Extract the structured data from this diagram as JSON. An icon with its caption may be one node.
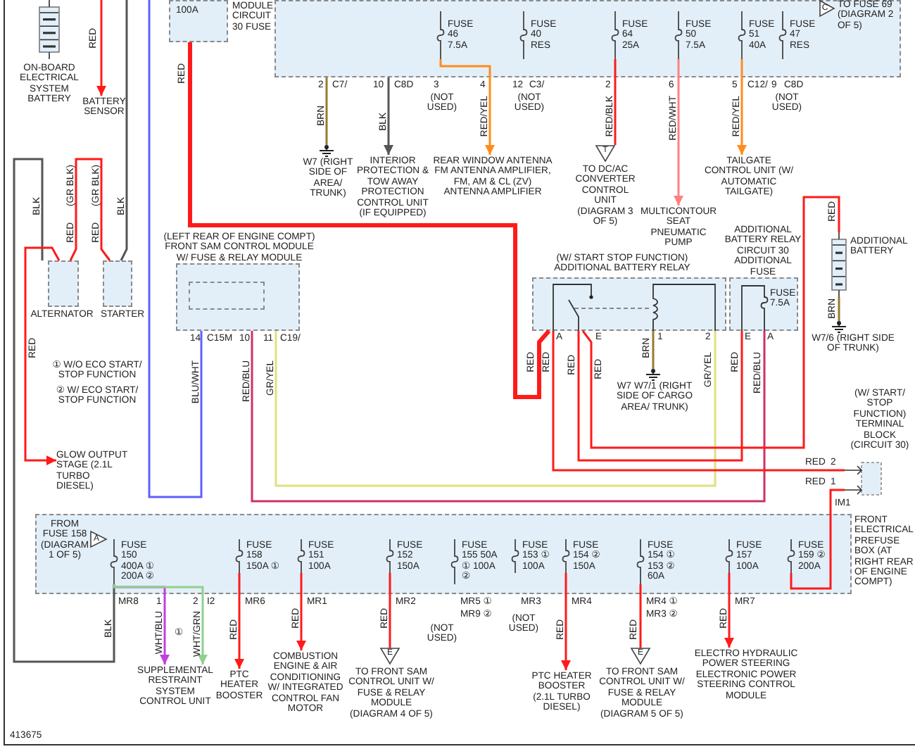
{
  "diagram": {
    "nodes": [
      {
        "text": [
          "ON-BOARD ELECTRICAL SYSTEM BATTERY"
        ]
      },
      {
        "text": [
          "BATTERY SENSOR"
        ]
      },
      {
        "text": [
          "ALTERNATOR"
        ]
      },
      {
        "text": [
          "STARTER"
        ]
      },
      {
        "text": [
          "GLOW OUTPUT STAGE (2.1L TURBO DIESEL)"
        ]
      },
      {
        "text": [
          "100A",
          "MODULE CIRCUIT 30 FUSE"
        ]
      },
      {
        "text": [],
        "shape": "box"
      },
      {
        "text": [
          "FUSE 46 7.5A"
        ],
        "in": 6
      },
      {
        "text": [
          "FUSE 40 RES"
        ],
        "in": 6
      },
      {
        "text": [
          "FUSE 64 25A"
        ],
        "in": 6
      },
      {
        "text": [
          "FUSE 50 7.5A"
        ],
        "in": 6
      },
      {
        "text": [
          "FUSE 51 40A"
        ],
        "in": 6
      },
      {
        "text": [
          "FUSE 47 RES"
        ],
        "in": 6
      },
      {
        "text": [
          "C",
          "TO FUSE 69 (DIAGRAM 2 OF 5)"
        ],
        "in": 6
      },
      {
        "text": [
          "W7 (RIGHT SIDE OF AREA/ TRUNK)"
        ]
      },
      {
        "text": [
          "INTERIOR PROTECTION & TOW AWAY PROTECTION CONTROL UNIT (IF EQUIPPED)"
        ]
      },
      {
        "text": [
          "REAR WINDOW ANTENNA FM ANTENNA AMPLIFIER, FM, AM & CL (ZV) ANTENNA AMPLIFIER"
        ]
      },
      {
        "text": [
          "T",
          "TO DC/AC CONVERTER CONTROL UNIT (DIAGRAM 3 OF 5)"
        ]
      },
      {
        "text": [
          "MULTICONTOUR SEAT PNEUMATIC PUMP"
        ]
      },
      {
        "text": [
          "TAILGATE CONTROL UNIT (W/ AUTOMATIC TAILGATE)"
        ]
      },
      {
        "text": [
          "(LEFT REAR OF ENGINE COMPT) FRONT SAM CONTROL MODULE W/ FUSE & RELAY MODULE"
        ]
      },
      {
        "text": [],
        "shape": "box",
        "in": 20
      },
      {
        "text": [
          "(W/ START STOP FUNCTION) ADDITIONAL BATTERY RELAY"
        ]
      },
      {
        "text": [
          "ADDITIONAL BATTERY RELAY CIRCUIT 30 ADDITIONAL FUSE",
          "FUSE 7.5A"
        ]
      },
      {
        "text": [
          "ADDITIONAL BATTERY"
        ]
      },
      {
        "text": [
          "W7/6 (RIGHT SIDE OF TRUNK)"
        ]
      },
      {
        "text": [
          "W7 W7/1 (RIGHT SIDE OF CARGO AREA/ TRUNK)"
        ]
      },
      {
        "text": [
          "(W/ START/ STOP FUNCTION) TERMINAL BLOCK (CIRCUIT 30)"
        ]
      },
      {
        "text": [
          "FRONT ELECTRICAL PREFUSE BOX (AT RIGHT REAR OF ENGINE COMPT)"
        ]
      },
      {
        "text": [
          "FROM FUSE 158 (DIAGRAM 1 OF 5)",
          "A"
        ],
        "in": 28
      },
      {
        "text": [
          "FUSE 150 400A ① 200A ②"
        ],
        "in": 28
      },
      {
        "text": [
          "FUSE 158 150A ①"
        ],
        "in": 28
      },
      {
        "text": [
          "FUSE 151 100A"
        ],
        "in": 28
      },
      {
        "text": [
          "FUSE 152 150A"
        ],
        "in": 28
      },
      {
        "text": [
          "FUSE 155 50A ① 100A ②"
        ],
        "in": 28
      },
      {
        "text": [
          "FUSE 153 ① 100A"
        ],
        "in": 28
      },
      {
        "text": [
          "FUSE 154 ② 150A"
        ],
        "in": 28
      },
      {
        "text": [
          "FUSE 154 ① 153 ② 60A"
        ],
        "in": 28
      },
      {
        "text": [
          "FUSE 157 100A"
        ],
        "in": 28
      },
      {
        "text": [
          "FUSE 159 ② 200A"
        ],
        "in": 28
      },
      {
        "text": [
          "SUPPLEMENTAL RESTRAINT SYSTEM CONTROL UNIT"
        ]
      },
      {
        "text": [
          "PTC HEATER BOOSTER"
        ]
      },
      {
        "text": [
          "COMBUSTION ENGINE & AIR CONDITIONING W/ INTEGRATED CONTROL FAN MOTOR"
        ]
      },
      {
        "text": [
          "E",
          "TO FRONT SAM CONTROL UNIT W/ FUSE & RELAY MODULE (DIAGRAM 4 OF 5)"
        ]
      },
      {
        "text": [
          "PTC HEATER BOOSTER (2.1L TURBO DIESEL)"
        ]
      },
      {
        "text": [
          "E",
          "TO FRONT SAM CONTROL UNIT W/ FUSE & RELAY MODULE (DIAGRAM 5 OF 5)"
        ]
      },
      {
        "text": [
          "ELECTRO HYDRAULIC POWER STEERING ELECTRONIC POWER STEERING CONTROL MODULE"
        ]
      }
    ],
    "edges": [
      {
        "from": null,
        "to": 1,
        "arrow": "to"
      },
      {
        "from": 30,
        "to": 2,
        "arrow": "none",
        "color": "#555555"
      },
      {
        "from": 2,
        "to": 3,
        "arrow": "none"
      },
      {
        "from": 2,
        "to": 4,
        "arrow": "to"
      },
      {
        "from": 3,
        "to": null,
        "arrow": "none",
        "color": "#555555"
      },
      {
        "from": 5,
        "to": 22,
        "arrow": "none",
        "style": "thick"
      },
      {
        "from": 6,
        "to": 14,
        "arrow": "none",
        "color": "#9a7a2a"
      },
      {
        "from": 6,
        "to": 15,
        "arrow": "to",
        "color": "#555555"
      },
      {
        "from": 7,
        "to": 16,
        "arrow": "to",
        "color": "#ff8c1a"
      },
      {
        "from": 9,
        "to": 17,
        "arrow": "none"
      },
      {
        "from": 10,
        "to": 18,
        "arrow": "to",
        "color": "#ff8080"
      },
      {
        "from": 11,
        "to": 19,
        "arrow": "to",
        "color": "#ff8c1a"
      },
      {
        "from": 20,
        "to": null,
        "arrow": "none",
        "color": "#6060ff"
      },
      {
        "from": 20,
        "to": 23,
        "arrow": "none",
        "color": "#d0306a"
      },
      {
        "from": 20,
        "to": 22,
        "arrow": "none",
        "color": "#e0e080"
      },
      {
        "from": 22,
        "to": 23,
        "arrow": "none"
      },
      {
        "from": 22,
        "to": 24,
        "arrow": "none"
      },
      {
        "from": 22,
        "to": 26,
        "arrow": "none",
        "color": "#9a7a2a"
      },
      {
        "from": 22,
        "to": 27,
        "arrow": "none"
      },
      {
        "from": 24,
        "to": 25,
        "arrow": "none",
        "color": "#9a7a2a"
      },
      {
        "from": 27,
        "to": 39,
        "arrow": "none"
      },
      {
        "from": 30,
        "to": 40,
        "arrow": "to",
        "color": "#c040e0"
      },
      {
        "from": 30,
        "to": 40,
        "arrow": "to",
        "color": "#90d090"
      },
      {
        "from": 31,
        "to": 41,
        "arrow": "to"
      },
      {
        "from": 32,
        "to": 42,
        "arrow": "to"
      },
      {
        "from": 33,
        "to": 43,
        "arrow": "none"
      },
      {
        "from": 36,
        "to": 44,
        "arrow": "to"
      },
      {
        "from": 37,
        "to": 45,
        "arrow": "none"
      },
      {
        "from": 38,
        "to": 46,
        "arrow": "to"
      }
    ],
    "labels": [
      "RED",
      "RED",
      "2",
      "C7/",
      "BRN",
      "10",
      "C8D",
      "BLK",
      "3",
      "(NOT USED)",
      "4",
      "RED/YEL",
      "12",
      "C3/",
      "(NOT USED)",
      "2",
      "RED/BLK",
      "6",
      "RED/WHT",
      "5",
      "C12/",
      "RED/YEL",
      "9",
      "C8D",
      "(NOT USED)",
      "BLK",
      "(GR BLK)",
      "RED",
      "(GR BLK)",
      "RED",
      "BLK",
      "① W/O ECO START/ STOP FUNCTION",
      "② W/ ECO START/ STOP FUNCTION",
      "RED",
      "14",
      "C15M",
      "10",
      "11",
      "C19/",
      "BLU/WHT",
      "RED/BLU",
      "GR/YEL",
      "A",
      "E",
      "1",
      "2",
      "RED",
      "RED",
      "RED",
      "RED",
      "BRN",
      "GR/YEL",
      "E",
      "A",
      "RED",
      "RED/BLU",
      "RED",
      "BRN",
      "RED",
      "2",
      "RED",
      "1",
      "IM1",
      "MR8",
      "BLK",
      "1",
      "WHT/BLU",
      "①",
      "2",
      "WHT/GRN",
      "I2",
      "MR6",
      "RED",
      "MR1",
      "RED",
      "MR2",
      "RED",
      "MR5 ①",
      "MR9 ②",
      "(NOT USED)",
      "MR3",
      "(NOT USED)",
      "MR4",
      "RED",
      "MR4 ①",
      "MR3 ②",
      "RED",
      "MR7",
      "RED",
      "413675"
    ]
  }
}
